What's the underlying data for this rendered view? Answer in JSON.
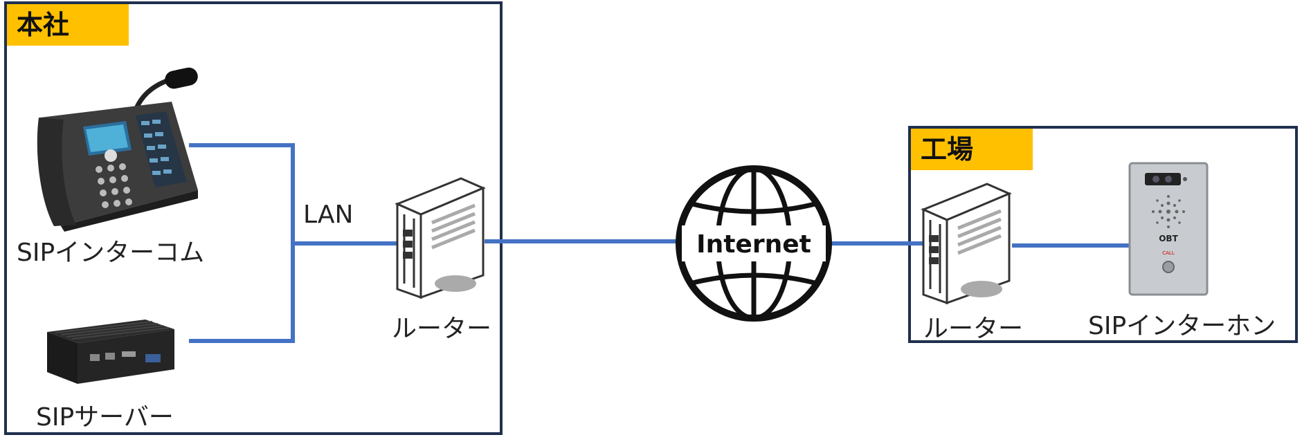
{
  "hq": {
    "title": "本社"
  },
  "factory": {
    "title": "工場"
  },
  "labels": {
    "sip_intercom": "SIPインターコム",
    "sip_server": "SIPサーバー",
    "lan": "LAN",
    "router_hq": "ルーター",
    "router_factory": "ルーター",
    "sip_interphone": "SIPインターホン"
  },
  "internet": {
    "label": "Internet"
  },
  "intercom_panel": {
    "brand": "OBT",
    "call_label": "CALL"
  },
  "colors": {
    "wire": "#4472c4",
    "frame": "#1f2f4e",
    "tag": "#ffc000"
  }
}
